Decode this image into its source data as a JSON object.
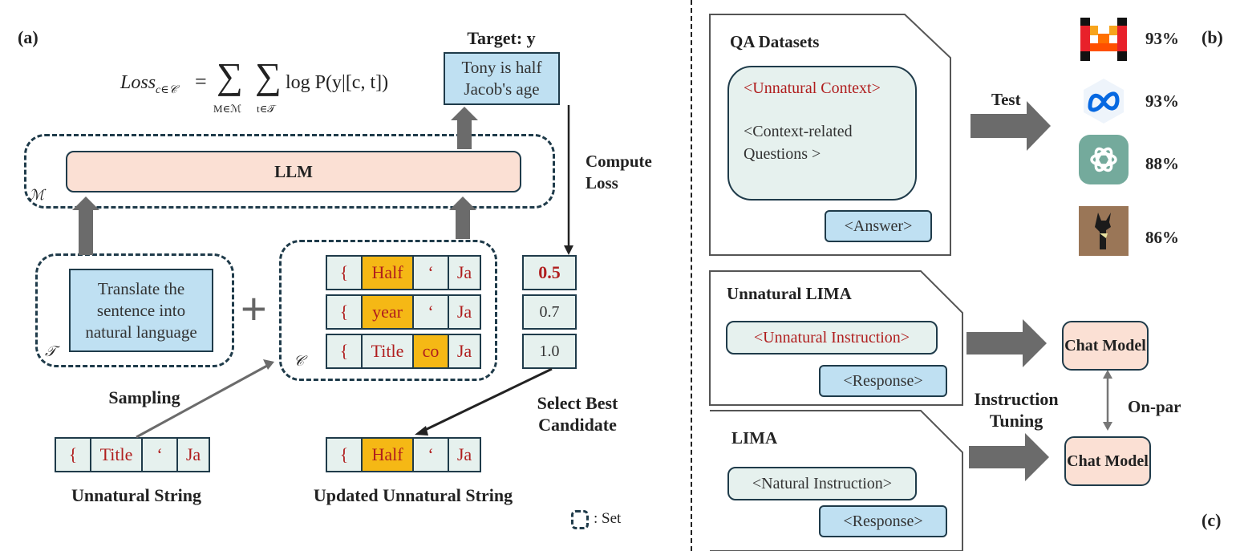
{
  "panel_a": {
    "label": "(a)",
    "target_label": "Target: y",
    "target_text": "Tony is half Jacob's age",
    "loss_lhs": "Loss",
    "loss_lhs_sub": "c∈𝒞",
    "loss_rhs": "log P(y|[c, t])",
    "sum_sub_m": "M∈ℳ",
    "sum_sub_t": "t∈𝒯",
    "llm_label": "LLM",
    "m_symbol": "ℳ",
    "t_symbol": "𝒯",
    "c_symbol": "𝒞",
    "instruction_text": "Translate the sentence into natural language",
    "plus": "+",
    "compute_loss": "Compute Loss",
    "candidates": [
      [
        "{",
        "Half",
        "‘",
        "Ja"
      ],
      [
        "{",
        "year",
        "‘",
        "Ja"
      ],
      [
        "{",
        "Title",
        "co",
        "Ja"
      ]
    ],
    "losses": [
      "0.5",
      "0.7",
      "1.0"
    ],
    "sampling_label": "Sampling",
    "select_label": "Select Best Candidate",
    "unnatural_string": [
      "{",
      "Title",
      "‘",
      "Ja"
    ],
    "unnatural_string_label": "Unnatural String",
    "updated_string": [
      "{",
      "Half",
      "‘",
      "Ja"
    ],
    "updated_string_label": "Updated Unnatural String",
    "set_legend": ": Set"
  },
  "panel_b": {
    "label": "(b)",
    "card_title": "QA Datasets",
    "unnatural_context": "<Unnatural Context>",
    "context_questions": "<Context-related Questions >",
    "answer": "<Answer>",
    "test_label": "Test",
    "models": [
      {
        "icon": "mistral-icon",
        "score": "93%"
      },
      {
        "icon": "meta-icon",
        "score": "93%"
      },
      {
        "icon": "openai-icon",
        "score": "88%"
      },
      {
        "icon": "vicuna-icon",
        "score": "86%"
      }
    ]
  },
  "panel_c": {
    "label": "(c)",
    "unnatural_title": "Unnatural LIMA",
    "unnatural_instruction": "<Unnatural Instruction>",
    "response": "<Response>",
    "lima_title": "LIMA",
    "natural_instruction": "<Natural Instruction>",
    "instruction_tuning": "Instruction Tuning",
    "chat_model": "Chat Model",
    "on_par": "On-par"
  },
  "colors": {
    "dark": "#1f3b4a",
    "highlight": "#f5b815",
    "token_red": "#b01e1e",
    "cell_bg": "#e6f1ee",
    "blue_box": "#bfe0f2",
    "llm_bg": "#fbe0d4",
    "arrow_grey": "#6b6b6b"
  }
}
